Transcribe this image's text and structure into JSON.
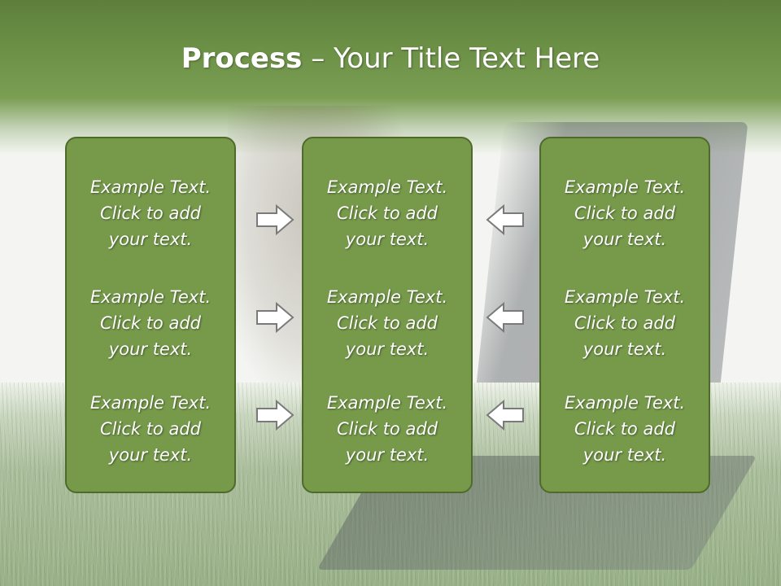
{
  "title": {
    "bold": "Process",
    "rest": " – Your Title Text Here"
  },
  "columns": [
    {
      "items": [
        "Example Text.\nClick  to add\nyour text.",
        "Example Text.\nClick  to add\nyour text.",
        "Example Text.\nClick  to add\nyour text."
      ]
    },
    {
      "items": [
        "Example Text.\nClick  to add\nyour text.",
        "Example Text.\nClick  to add\nyour text.",
        "Example Text.\nClick  to add\nyour text."
      ]
    },
    {
      "items": [
        "Example Text.\nClick  to add\nyour text.",
        "Example Text.\nClick  to add\nyour text.",
        "Example Text.\nClick  to add\nyour text."
      ]
    }
  ],
  "colors": {
    "box_fill": "#769a4a",
    "box_border": "#4f6b2c",
    "header_green": "#6c9046",
    "arrow_fill": "#ffffff",
    "arrow_stroke": "#7a7a7a"
  },
  "icons": {
    "left_arrows": "arrow-right-icon",
    "right_arrows": "arrow-left-icon"
  }
}
